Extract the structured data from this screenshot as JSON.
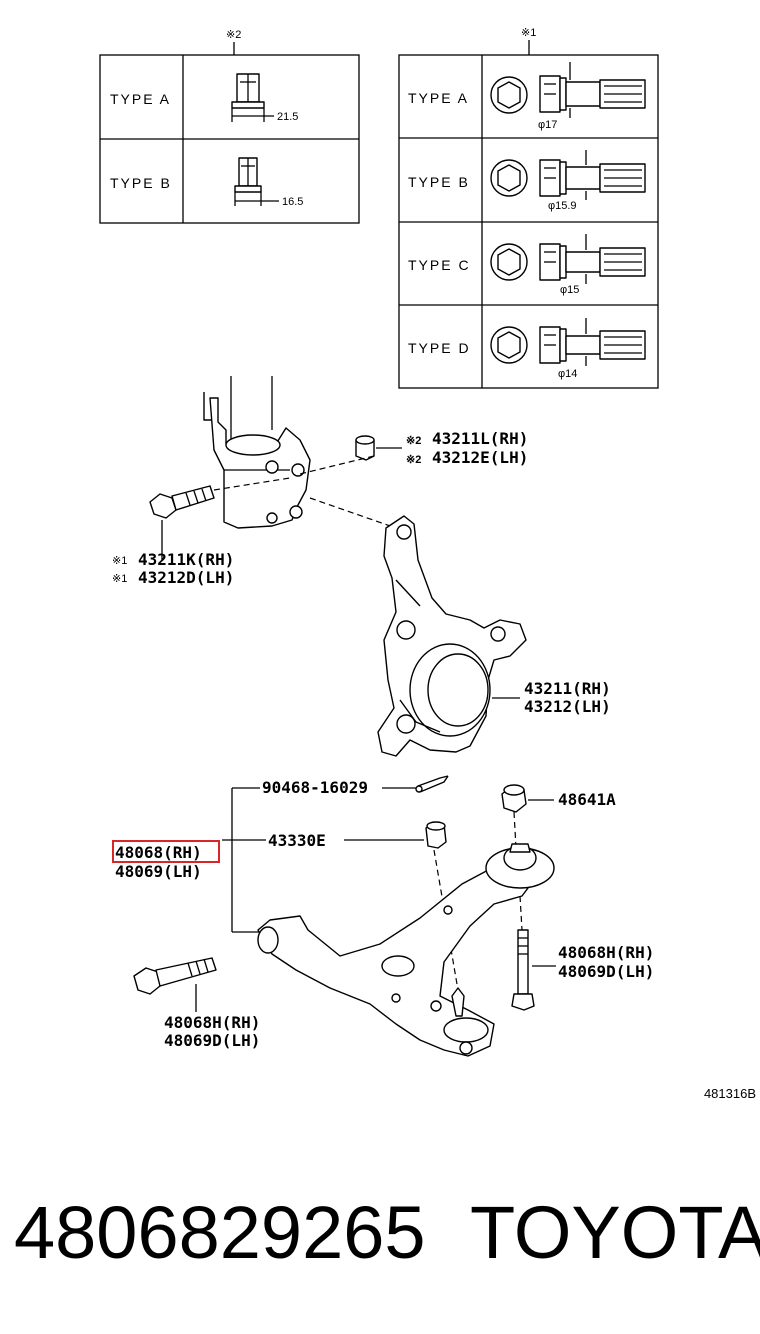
{
  "tables": {
    "left": {
      "mark": "※2",
      "rows": [
        {
          "type": "TYPE A",
          "dim": "21.5"
        },
        {
          "type": "TYPE B",
          "dim": "16.5"
        }
      ]
    },
    "right": {
      "mark": "※1",
      "rows": [
        {
          "type": "TYPE A",
          "dim": "φ17"
        },
        {
          "type": "TYPE B",
          "dim": "φ15.9"
        },
        {
          "type": "TYPE C",
          "dim": "φ15"
        },
        {
          "type": "TYPE D",
          "dim": "φ14"
        }
      ]
    }
  },
  "callouts": {
    "nut_rh": {
      "mark": "※2",
      "code": "43211L(RH)"
    },
    "nut_lh": {
      "mark": "※2",
      "code": "43212E(LH)"
    },
    "bolt_rh": {
      "mark": "※1",
      "code": "43211K(RH)"
    },
    "bolt_lh": {
      "mark": "※1",
      "code": "43212D(LH)"
    },
    "knuckle_rh": "43211(RH)",
    "knuckle_lh": "43212(LH)",
    "cotter_pin": "90468-16029",
    "arm_nut": "43330E",
    "arm_rh": "48068(RH)",
    "arm_lh": "48069(LH)",
    "ball_nut": "48641A",
    "rbolt_rh": "48068H(RH)",
    "rbolt_lh": "48069D(LH)",
    "lbolt_rh": "48068H(RH)",
    "lbolt_lh": "48069D(LH)"
  },
  "diagram_ref": "481316B",
  "footer": {
    "part_number": "4806829265",
    "brand": "TOYOTA"
  },
  "colors": {
    "highlight": "#d9262b"
  }
}
